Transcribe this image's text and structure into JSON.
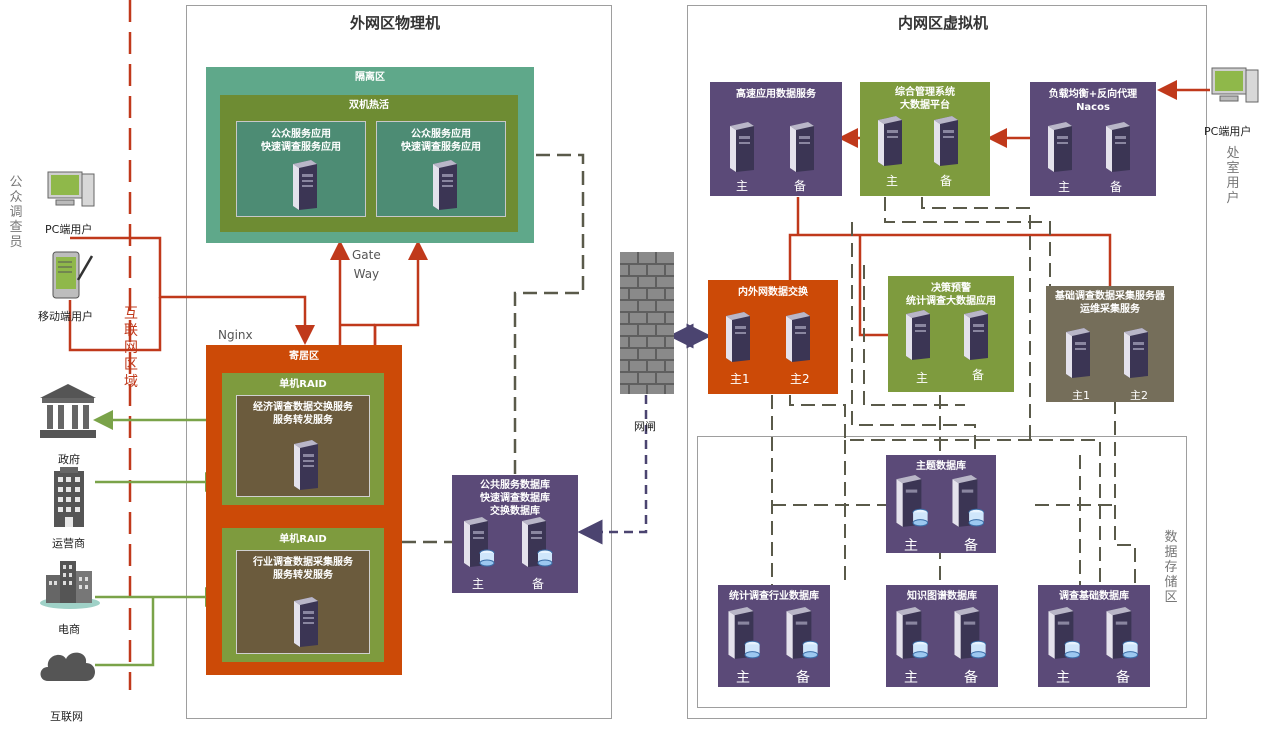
{
  "zones": {
    "dmz_zone": "外网区物理机",
    "intranet_zone": "内网区虚拟机",
    "storage_zone": "数据存储区",
    "internet_zone": "互联网区域"
  },
  "user_groups": {
    "public_surveyors": "公众调查员",
    "office_users": "处室用户"
  },
  "external": {
    "pc_user_left": "PC端用户",
    "mobile_user": "移动端用户",
    "government": "政府",
    "operator": "运营商",
    "ecommerce": "电商",
    "internet": "互联网",
    "pc_user_right": "PC端用户"
  },
  "dmz": {
    "isolation": "隔离区",
    "dual_active": "双机热活",
    "app1_line1": "公众服务应用",
    "app1_line2": "快速调查服务应用",
    "app2_line1": "公众服务应用",
    "app2_line2": "快速调查服务应用",
    "gateway_line1": "Gate",
    "gateway_line2": "Way",
    "nginx": "Nginx",
    "parasite": "寄居区",
    "raid1": "单机RAID",
    "exchange_line1": "经济调查数据交换服务",
    "exchange_line2": "服务转发服务",
    "raid2": "单机RAID",
    "collect_line1": "行业调查数据采集服务",
    "collect_line2": "服务转发服务",
    "pubdb_line1": "公共服务数据库",
    "pubdb_line2": "快速调查数据库",
    "pubdb_line3": "交换数据库",
    "main": "主",
    "backup": "备"
  },
  "gatekeeper": "网闸",
  "intranet": {
    "hs_app": "高速应用数据服务",
    "mgmt_line1": "综合管理系统",
    "mgmt_line2": "大数据平台",
    "lb_line1": "负载均衡+反向代理",
    "lb_line2": "Nacos",
    "exch": "内外网数据交换",
    "decision_line1": "决策预警",
    "decision_line2": "统计调查大数据应用",
    "basic_line1": "基础调查数据采集服务器",
    "basic_line2": "运维采集服务",
    "main": "主",
    "backup": "备",
    "main1": "主1",
    "main2": "主2"
  },
  "storage": {
    "theme_db": "主题数据库",
    "industry_db": "统计调查行业数据库",
    "kg_db": "知识图谱数据库",
    "survey_db": "调查基础数据库",
    "main": "主",
    "backup": "备"
  },
  "colors": {
    "purple": "#5b4a78",
    "green": "#7e9b3e",
    "orange": "#cc4a07",
    "teal": "#5fa88a",
    "red_line": "#c0391b",
    "green_line": "#7aa349",
    "dash_line": "#5a5a4a",
    "arrow_purple": "#4b4470"
  }
}
